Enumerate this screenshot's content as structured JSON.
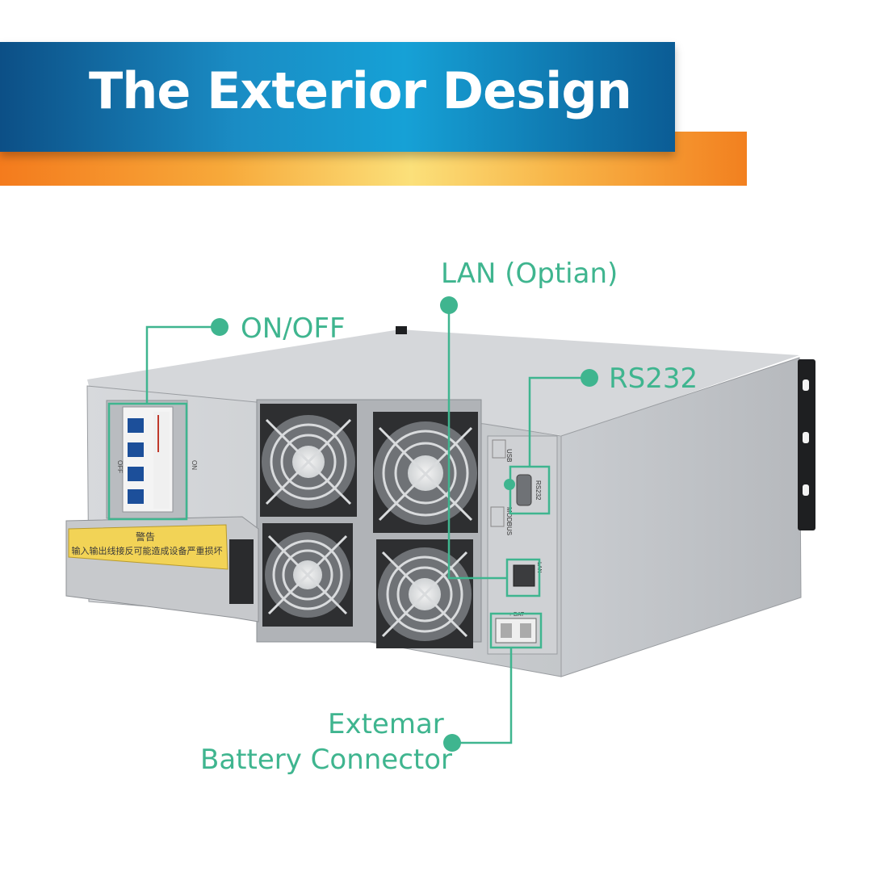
{
  "header": {
    "title": "The Exterior Design"
  },
  "callouts": {
    "on_off": "ON/OFF",
    "lan": "LAN (Optian)",
    "rs232": "RS232",
    "battery_line1": "Extemar",
    "battery_line2": "Battery Connector"
  },
  "device": {
    "warning_title": "警告",
    "warning_text": "输入输出线接反可能造成设备严重损坏",
    "port_usb": "USB",
    "port_rs232": "RS232",
    "port_modbus": "MODBUS",
    "port_lan": "LAN",
    "port_bat": "+ BAT -",
    "breaker_off": "OFF",
    "breaker_on": "ON"
  },
  "colors": {
    "accent_green": "#3fb58f",
    "banner_blue": "#1a8cc4",
    "banner_orange": "#f47b1d"
  }
}
